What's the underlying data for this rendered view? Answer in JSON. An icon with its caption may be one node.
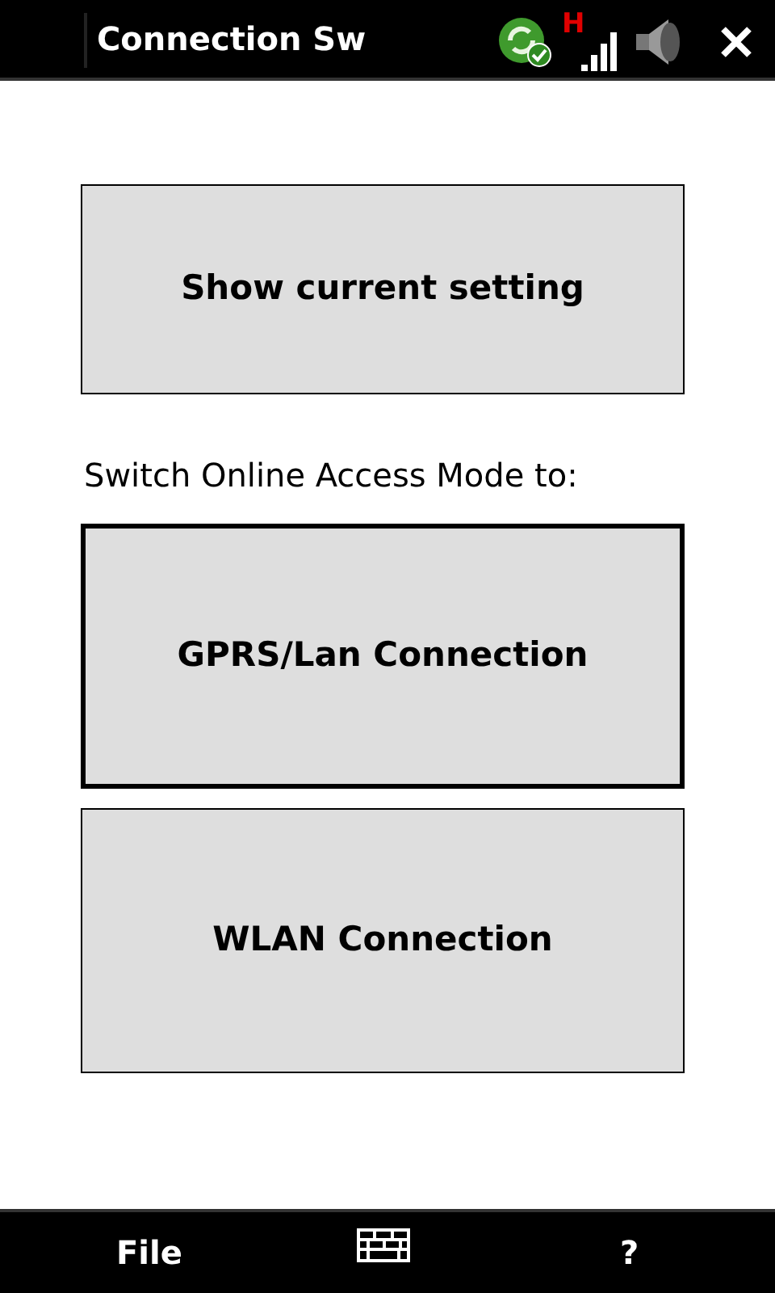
{
  "diagram": {
    "title": "Connection Sw",
    "nodes": [
      {
        "text": [
          "Show current setting"
        ]
      },
      {
        "text": [
          "GPRS/Lan Connection"
        ]
      },
      {
        "text": [
          "WLAN Connection"
        ]
      }
    ],
    "labels": [
      "H",
      "Switch Online Access Mode to:",
      "File",
      "?"
    ]
  }
}
